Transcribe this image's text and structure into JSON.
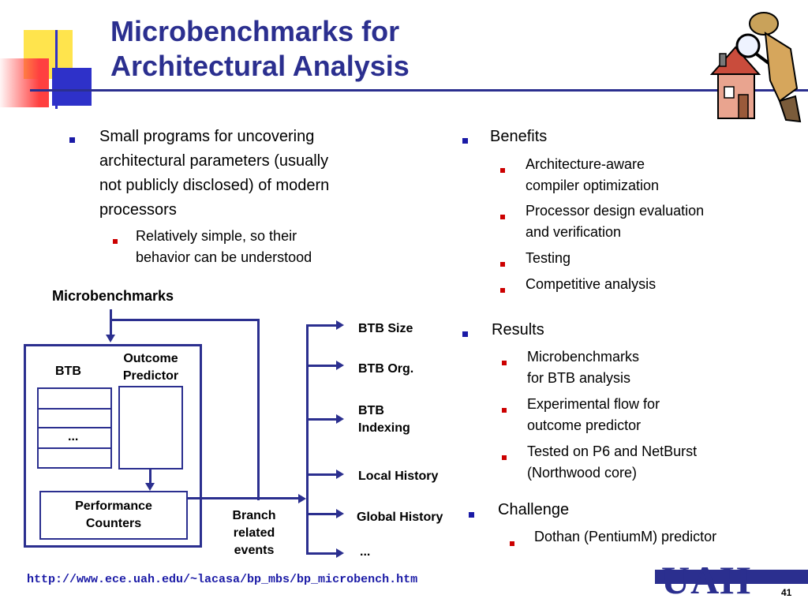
{
  "slide": {
    "title_line1": "Microbenchmarks for",
    "title_line2": "Architectural Analysis",
    "page_number": "41",
    "url": "http://www.ece.uah.edu/~lacasa/bp_mbs/bp_microbench.htm",
    "logo_text": "UAH"
  },
  "left": {
    "main_bullet_l1": "Small programs for uncovering",
    "main_bullet_l2": "architectural parameters (usually",
    "main_bullet_l3": "not publicly disclosed) of modern",
    "main_bullet_l4": "processors",
    "sub_bullet_l1": "Relatively simple, so their",
    "sub_bullet_l2": "behavior can be understood"
  },
  "right": {
    "benefits": {
      "heading": "Benefits",
      "items": [
        {
          "l1": "Architecture-aware",
          "l2": "compiler optimization"
        },
        {
          "l1": "Processor design evaluation",
          "l2": "and verification"
        },
        {
          "l1": "Testing",
          "l2": ""
        },
        {
          "l1": "Competitive analysis",
          "l2": ""
        }
      ]
    },
    "results": {
      "heading": "Results",
      "items": [
        {
          "l1": "Microbenchmarks",
          "l2": "for BTB analysis"
        },
        {
          "l1": "Experimental flow for",
          "l2": "outcome predictor"
        },
        {
          "l1": "Tested on P6 and NetBurst",
          "l2": "(Northwood core)"
        }
      ]
    },
    "challenge": {
      "heading": "Challenge",
      "items": [
        {
          "l1": "Dothan (PentiumM) predictor"
        }
      ]
    }
  },
  "diagram": {
    "microbenchmarks_label": "Microbenchmarks",
    "btb_label": "BTB",
    "outcome_predictor_l1": "Outcome",
    "outcome_predictor_l2": "Predictor",
    "btb_ellipsis": "...",
    "perf_counters_l1": "Performance",
    "perf_counters_l2": "Counters",
    "branch_events_l1": "Branch",
    "branch_events_l2": "related",
    "branch_events_l3": "events",
    "outputs": [
      "BTB Size",
      "BTB Org.",
      "BTB",
      "Indexing",
      "Local History",
      "Global History",
      "..."
    ]
  },
  "colors": {
    "title": "#2b2f8f",
    "bullet_main": "#1a1aa6",
    "bullet_sub": "#cc0000",
    "diagram_lines": "#2b2f8f"
  },
  "icons": [
    "detective-clipart-icon"
  ]
}
